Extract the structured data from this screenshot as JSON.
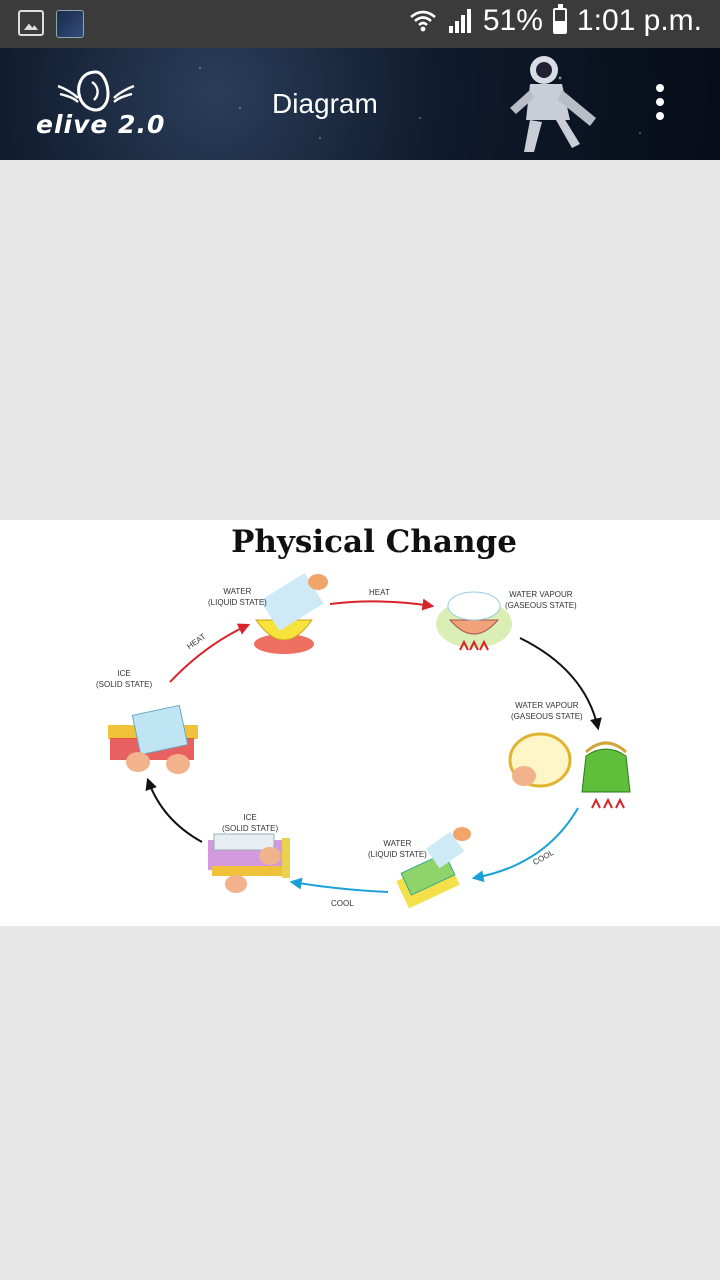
{
  "status_bar": {
    "battery": "51%",
    "time": "1:01 p.m.",
    "icons": [
      "gallery-icon",
      "app-thumbnail-icon",
      "wifi-icon",
      "signal-icon",
      "battery-icon"
    ]
  },
  "app_bar": {
    "logo_text": "elive 2.0",
    "title": "Diagram",
    "menu_icon": "overflow-menu-icon"
  },
  "diagram": {
    "title": "Physical Change",
    "stages": {
      "ice_left": [
        "ICE",
        "(SOLID STATE)"
      ],
      "water_top": [
        "WATER",
        "(LIQUID STATE)"
      ],
      "vapour_top": [
        "WATER VAPOUR",
        "(GASEOUS STATE)"
      ],
      "vapour_right": [
        "WATER VAPOUR",
        "(GASEOUS STATE)"
      ],
      "water_bottom": [
        "WATER",
        "(LIQUID STATE)"
      ],
      "ice_bottom": [
        "ICE",
        "(SOLID STATE)"
      ]
    },
    "arrows": {
      "heat_left": "HEAT",
      "heat_top": "HEAT",
      "cool_right": "COOL",
      "cool_bottom": "COOL"
    },
    "colors": {
      "heat": "#d8232a",
      "cool": "#1aa0d8",
      "neutral": "#111111"
    }
  }
}
